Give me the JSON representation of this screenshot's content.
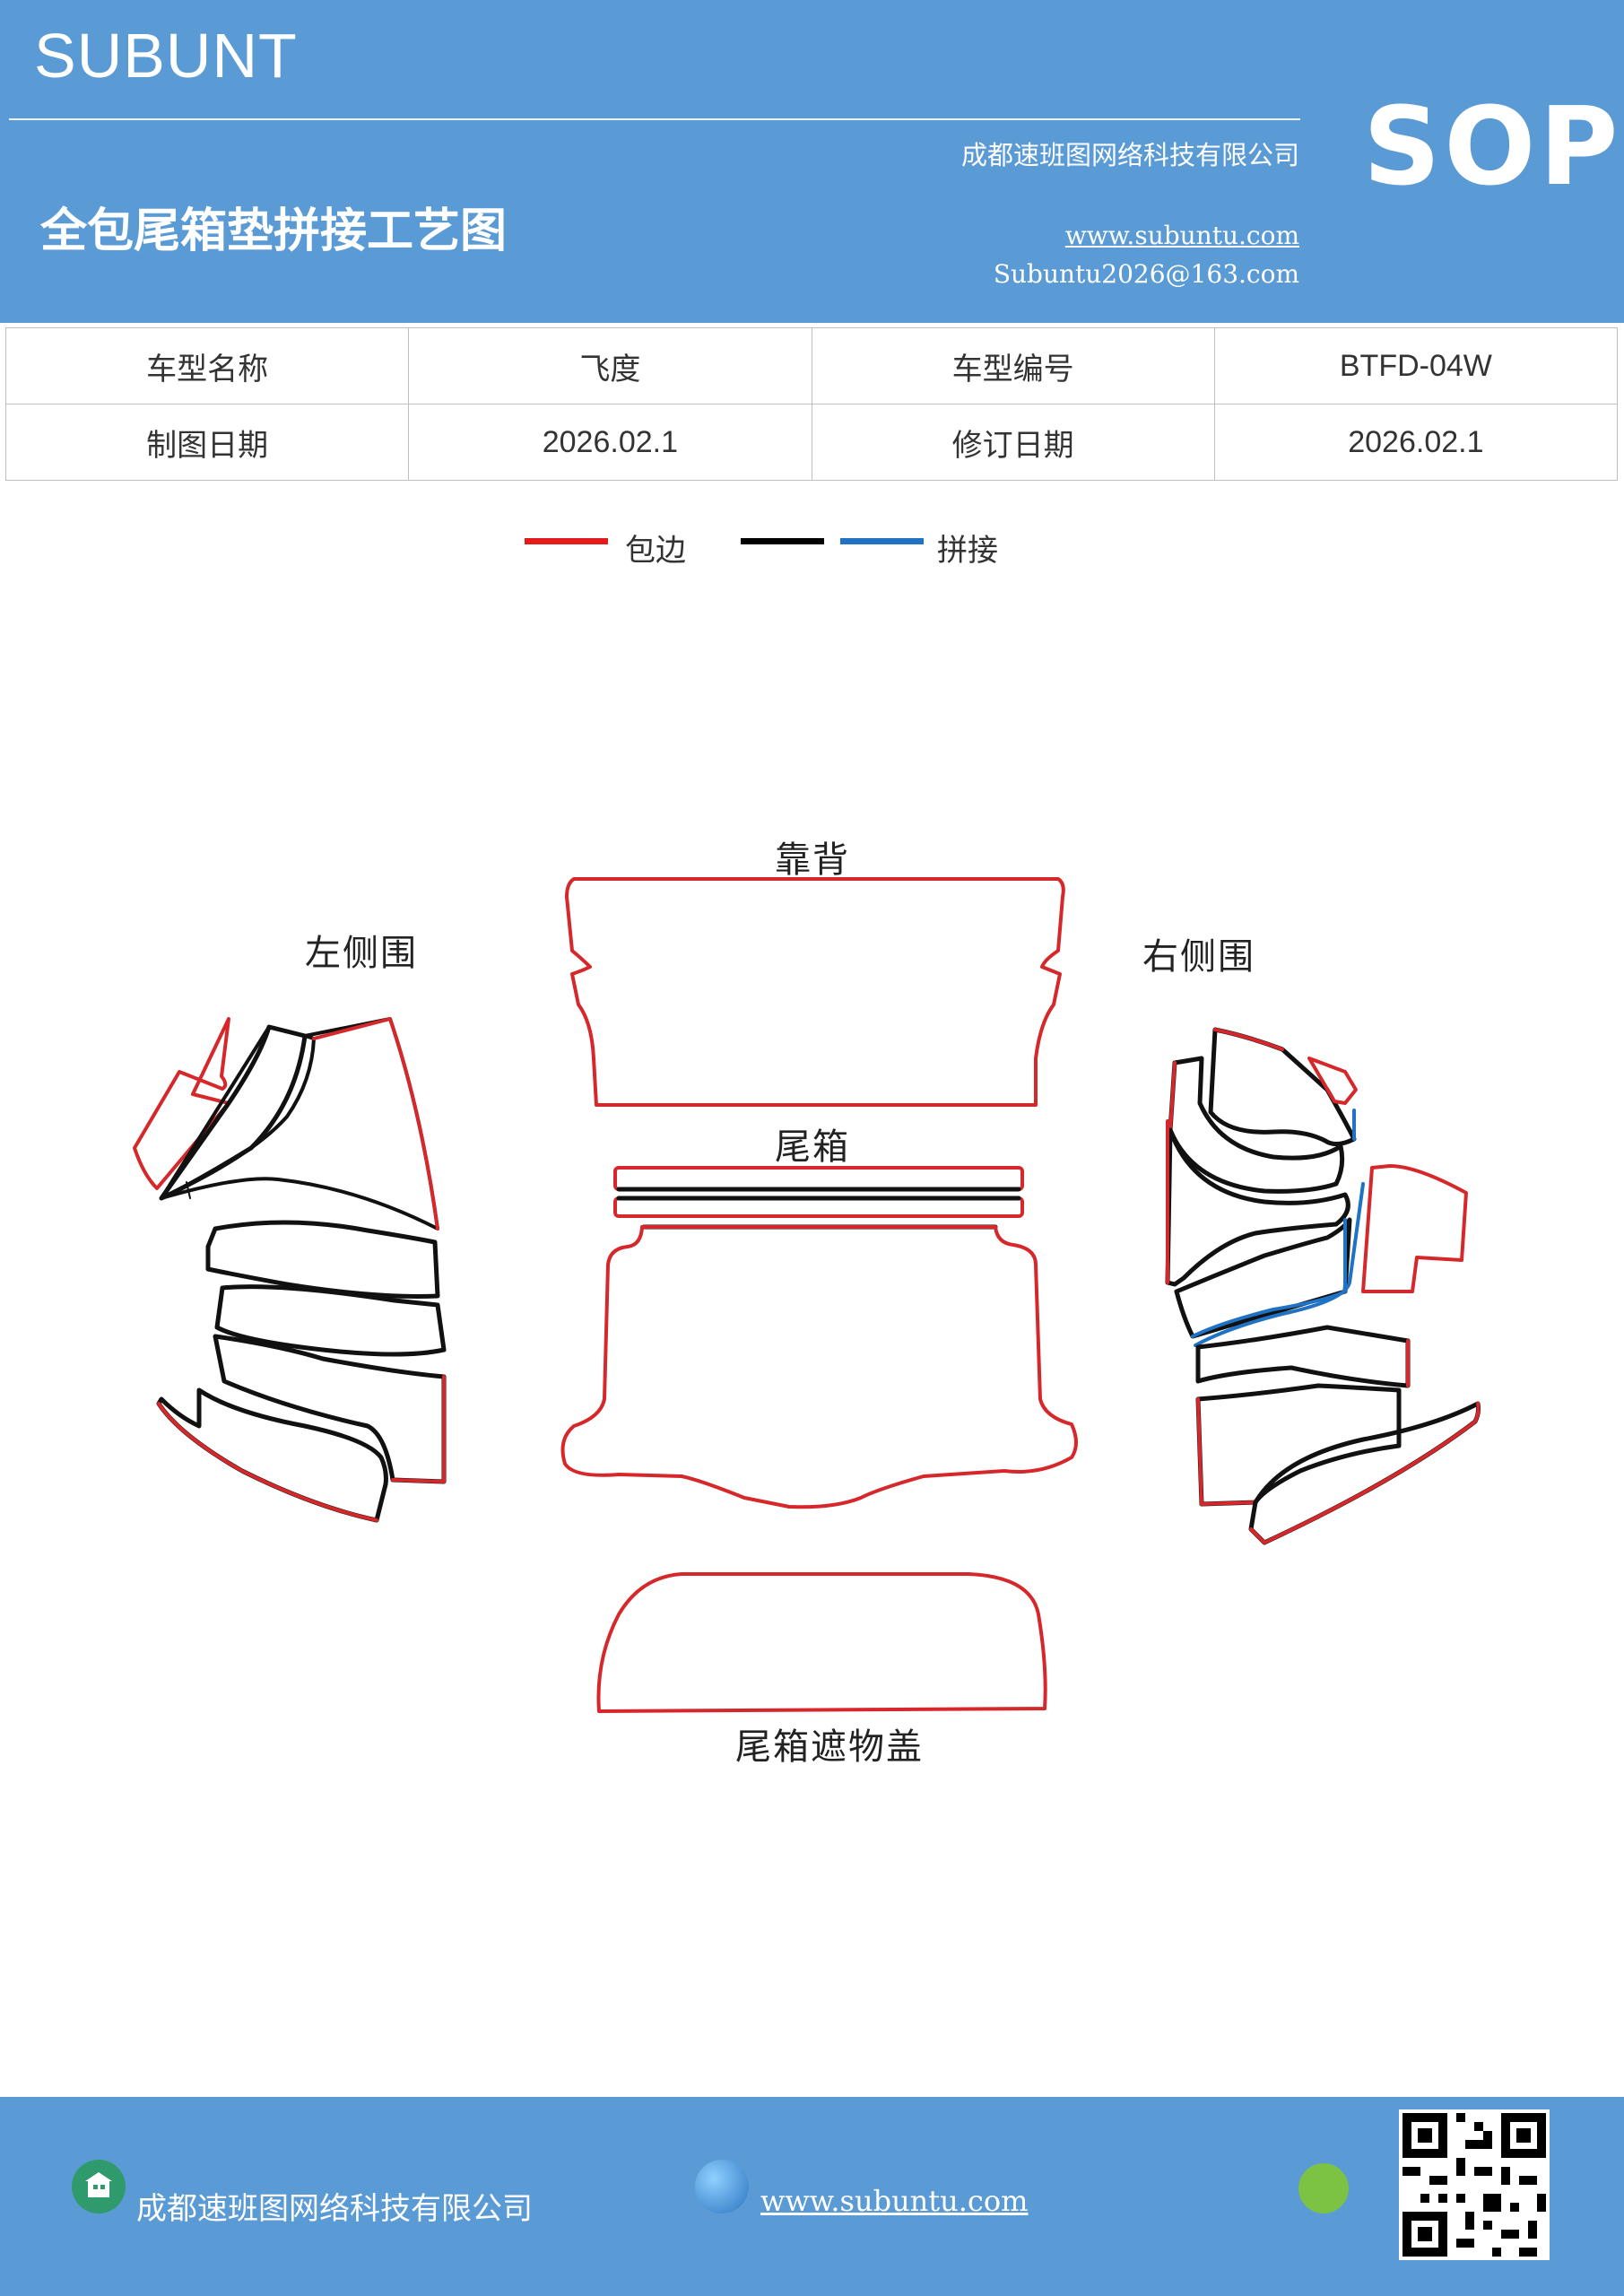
{
  "header": {
    "brand": "SUBUNT",
    "company": "成都速班图网络科技有限公司",
    "badge": "SOP",
    "title": "全包尾箱垫拼接工艺图",
    "website": "www.subuntu.com",
    "email": "Subuntu2026@163.com"
  },
  "info_table": {
    "rows": [
      [
        "车型名称",
        "飞度",
        "车型编号",
        "BTFD-04W"
      ],
      [
        "制图日期",
        "2026.02.1",
        "修订日期",
        "2026.02.1"
      ]
    ]
  },
  "legend": {
    "items": [
      {
        "label": "包边",
        "color": "#e31b1b"
      },
      {
        "label": "",
        "color": "#000000"
      },
      {
        "label": "拼接",
        "color": "#1f72c4"
      }
    ]
  },
  "parts": {
    "backrest": "靠背",
    "left_side": "左侧围",
    "right_side": "右侧围",
    "trunk": "尾箱",
    "cover": "尾箱遮物盖"
  },
  "footer": {
    "company": "成都速班图网络科技有限公司",
    "website": "www.subuntu.com"
  },
  "colors": {
    "header_bg": "#5b9bd5",
    "edge_red": "#d6282b",
    "seam_black": "#111111",
    "seam_blue": "#1f72c4"
  }
}
